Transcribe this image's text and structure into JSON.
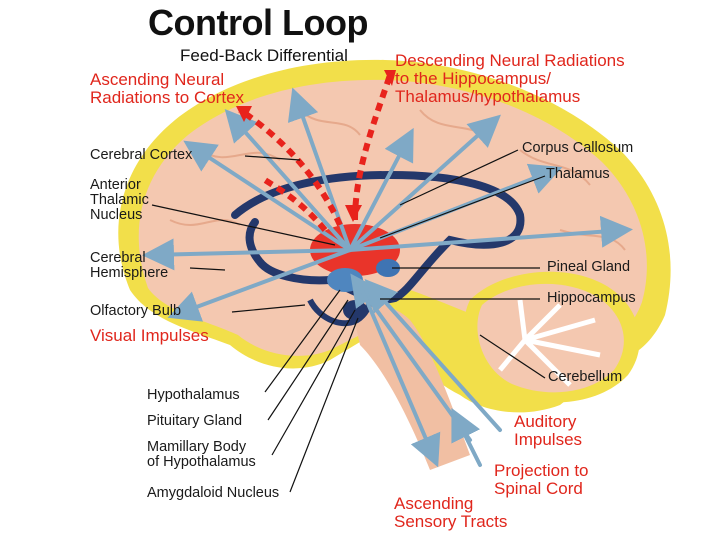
{
  "title": "Control Loop",
  "subtitle": "Feed-Back Differential",
  "colors": {
    "red_text": "#e0261c",
    "arrow_blue": "#7fa9c6",
    "structure_navy": "#24386b",
    "cortex_yellow": "#f2df4a",
    "brain_pink": "#f4c8b0",
    "dashed_red": "#e8231c"
  },
  "labels": {
    "ascending_radiations": "Ascending Neural\nRadiations to Cortex",
    "descending_radiations": "Descending Neural Radiations\nto the Hippocampus/\nThalamus/hypothalamus",
    "cerebral_cortex": "Cerebral Cortex",
    "anterior_thalamic": "Anterior\nThalamic\nNucleus",
    "cerebral_hemisphere": "Cerebral\nHemisphere",
    "olfactory_bulb": "Olfactory Bulb",
    "visual_impulses": "Visual Impulses",
    "corpus_callosum": "Corpus Callosum",
    "thalamus": "Thalamus",
    "pineal_gland": "Pineal Gland",
    "hippocampus": "Hippocampus",
    "cerebellum": "Cerebellum",
    "hypothalamus": "Hypothalamus",
    "pituitary_gland": "Pituitary Gland",
    "mamillary_body": "Mamillary Body\nof Hypothalamus",
    "amygdaloid_nucleus": "Amygdaloid Nucleus",
    "auditory_impulses": "Auditory\nImpulses",
    "projection_spinal": "Projection to\nSpinal Cord",
    "ascending_sensory": "Ascending\nSensory Tracts"
  }
}
